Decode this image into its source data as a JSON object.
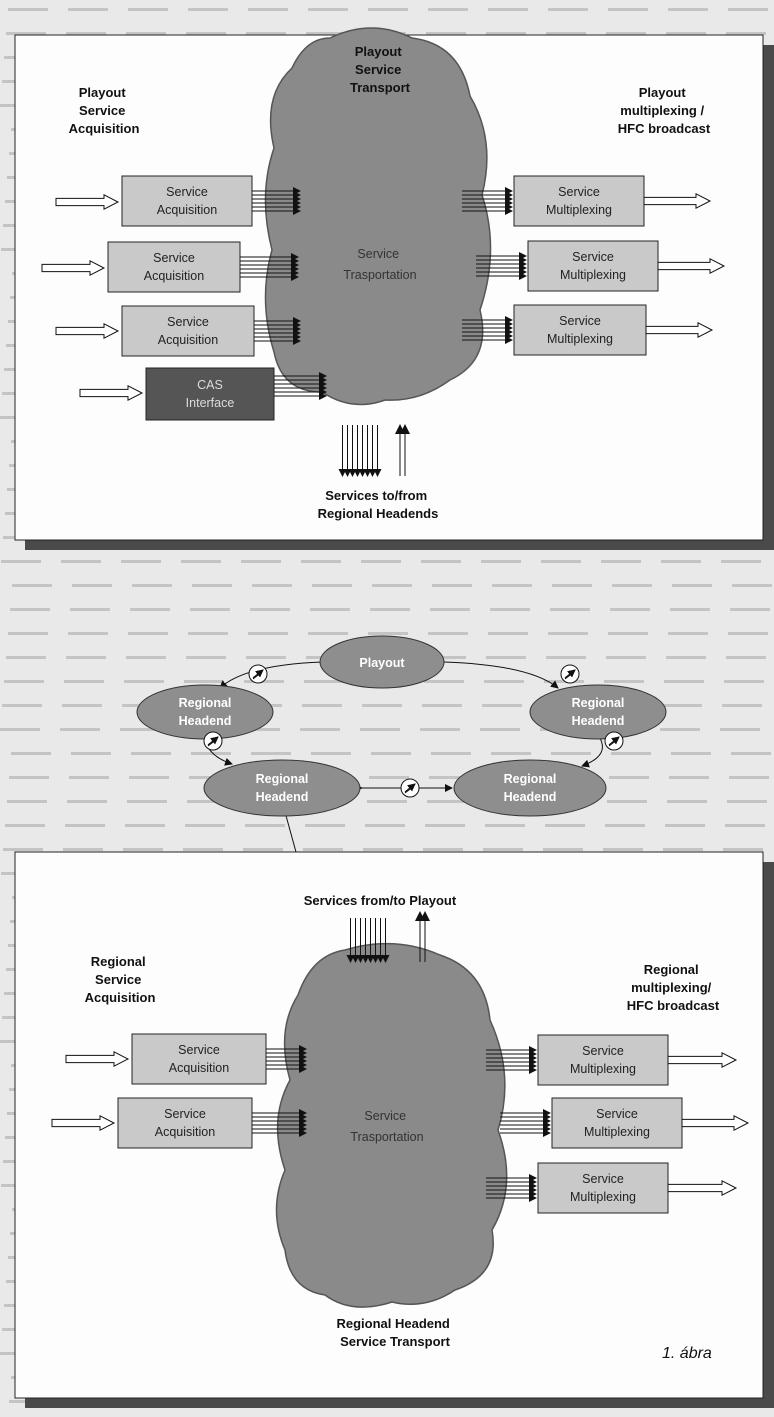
{
  "top_panel": {
    "label_acquisition": [
      "Playout",
      "Service",
      "Acquisition"
    ],
    "label_transport": [
      "Playout",
      "Service",
      "Transport"
    ],
    "label_multiplexing": [
      "Playout",
      "multiplexing /",
      "HFC broadcast"
    ],
    "acquisition_boxes": [
      [
        "Service",
        "Acquisition"
      ],
      [
        "Service",
        "Acquisition"
      ],
      [
        "Service",
        "Acquisition"
      ]
    ],
    "cas_box": [
      "CAS",
      "Interface"
    ],
    "cloud_label": [
      "Service",
      "Trasportation"
    ],
    "multiplexing_boxes": [
      [
        "Service",
        "Multiplexing"
      ],
      [
        "Service",
        "Multiplexing"
      ],
      [
        "Service",
        "Multiplexing"
      ]
    ],
    "bottom_label": [
      "Services to/from",
      "Regional Headends"
    ]
  },
  "network": {
    "playout": "Playout",
    "headends": [
      [
        "Regional",
        "Headend"
      ],
      [
        "Regional",
        "Headend"
      ],
      [
        "Regional",
        "Headend"
      ],
      [
        "Regional",
        "Headend"
      ]
    ]
  },
  "bottom_panel": {
    "top_label": "Services from/to Playout",
    "label_acquisition": [
      "Regional",
      "Service",
      "Acquisition"
    ],
    "label_multiplexing": [
      "Regional",
      "multiplexing/",
      "HFC broadcast"
    ],
    "acquisition_boxes": [
      [
        "Service",
        "Acquisition"
      ],
      [
        "Service",
        "Acquisition"
      ]
    ],
    "cloud_label": [
      "Service",
      "Trasportation"
    ],
    "multiplexing_boxes": [
      [
        "Service",
        "Multiplexing"
      ],
      [
        "Service",
        "Multiplexing"
      ],
      [
        "Service",
        "Multiplexing"
      ]
    ],
    "label_transport": [
      "Regional Headend",
      "Service Transport"
    ],
    "caption": "1. ábra"
  },
  "colors": {
    "page": "#e9e9e9",
    "panel": "#fdfdfd",
    "panel_shadow": "#4a4a4a",
    "cloud": "#8a8a8a",
    "box": "#c9c9c9",
    "box_dark": "#555555",
    "ellipse": "#8e8e8e"
  }
}
